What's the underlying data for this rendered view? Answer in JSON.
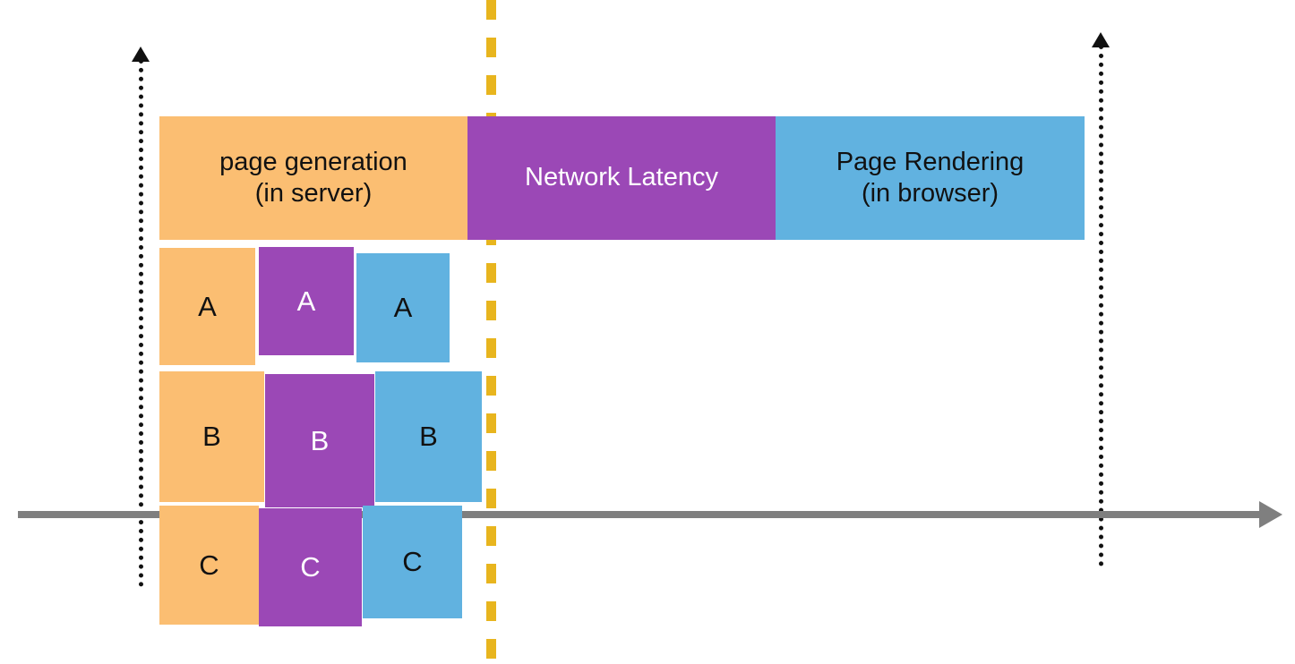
{
  "diagram": {
    "title": "Page load time breakdown with per-request pipeline",
    "palette": {
      "page_generation": "#FBBE72",
      "network_latency": "#9B48B6",
      "page_rendering": "#61B2E0",
      "split_marker": "#E8B51E",
      "time_axis": "#7F7F7F",
      "guide_line": "#111111"
    },
    "summary_bar": {
      "segments": [
        {
          "label": "page generation\n(in server)",
          "color_key": "page_generation",
          "text_color": "dark"
        },
        {
          "label": "Network Latency",
          "color_key": "network_latency",
          "text_color": "light"
        },
        {
          "label": "Page Rendering\n(in browser)",
          "color_key": "page_rendering",
          "text_color": "dark"
        }
      ]
    },
    "requests": [
      {
        "name": "request-a",
        "blocks": [
          {
            "label": "A",
            "color_key": "page_generation",
            "text_color": "dark"
          },
          {
            "label": "A",
            "color_key": "network_latency",
            "text_color": "light"
          },
          {
            "label": "A",
            "color_key": "page_rendering",
            "text_color": "dark"
          }
        ]
      },
      {
        "name": "request-b",
        "blocks": [
          {
            "label": "B",
            "color_key": "page_generation",
            "text_color": "dark"
          },
          {
            "label": "B",
            "color_key": "network_latency",
            "text_color": "light"
          },
          {
            "label": "B",
            "color_key": "page_rendering",
            "text_color": "dark"
          }
        ]
      },
      {
        "name": "request-c",
        "blocks": [
          {
            "label": "C",
            "color_key": "page_generation",
            "text_color": "dark"
          },
          {
            "label": "C",
            "color_key": "network_latency",
            "text_color": "light"
          },
          {
            "label": "C",
            "color_key": "page_rendering",
            "text_color": "dark"
          }
        ]
      }
    ]
  }
}
